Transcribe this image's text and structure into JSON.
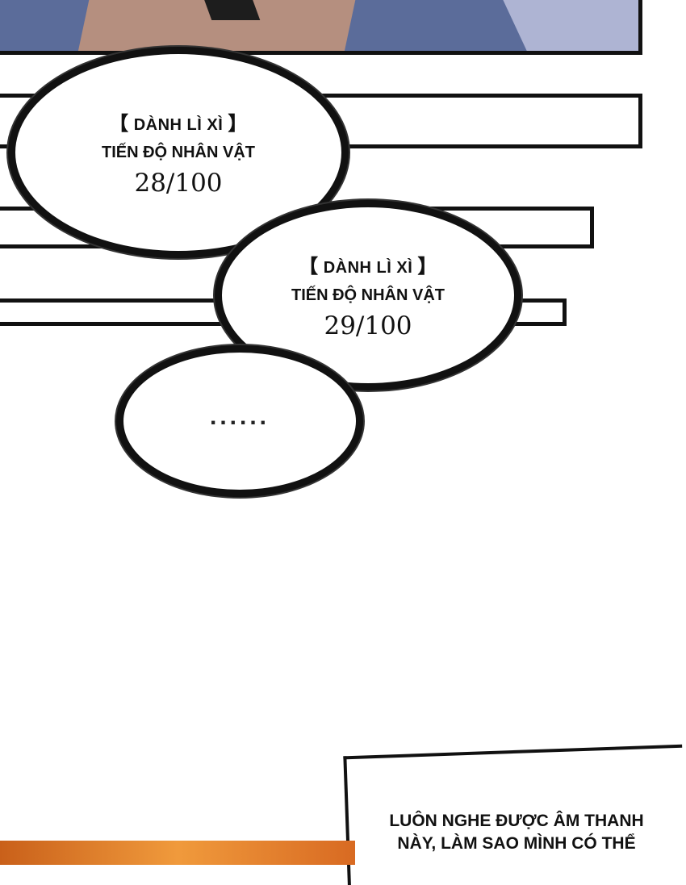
{
  "bubbles": [
    {
      "title": "DÀNH LÌ XÌ",
      "label": "TIẾN ĐỘ NHÂN VẬT",
      "value": "28/100"
    },
    {
      "title": "DÀNH LÌ XÌ",
      "label": "TIẾN ĐỘ NHÂN VẬT",
      "value": "29/100"
    }
  ],
  "ellipsis": "......",
  "speech": {
    "line1": "LUÔN NGHE ĐƯỢC ÂM THANH",
    "line2": "NÀY, LÀM SAO MÌNH CÓ THỂ"
  },
  "brackets": {
    "open": "【",
    "close": "】"
  },
  "colors": {
    "ink": "#111111",
    "top_panel": "#5b6c9a",
    "bottom_panel": "#f09a3c"
  }
}
